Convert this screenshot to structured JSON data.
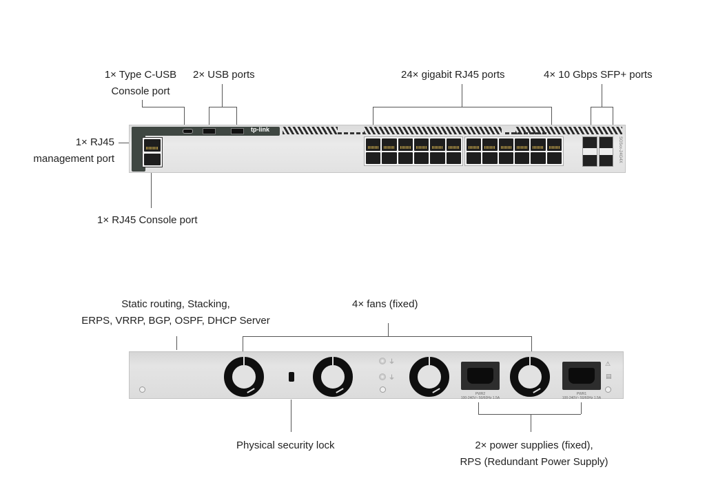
{
  "front_panel": {
    "brand_logo": "tp-link",
    "model_text": "SG5xx-24G4X",
    "callouts": {
      "type_c_console": [
        "1× Type C-USB",
        "Console port"
      ],
      "usb_ports": "2× USB ports",
      "rj45_ports": "24× gigabit RJ45 ports",
      "sfp_ports": "4× 10 Gbps SFP+ ports",
      "mgmt_port": [
        "1× RJ45",
        "management port"
      ],
      "rj45_console": "1× RJ45 Console port"
    },
    "rj45_port_count": 24,
    "sfp_port_count": 4,
    "usb_port_count": 2
  },
  "rear_panel": {
    "callouts": {
      "features": [
        "Static routing, Stacking,",
        "ERPS, VRRP, BGP, OSPF, DHCP Server"
      ],
      "fans": "4× fans (fixed)",
      "security_lock": "Physical security lock",
      "power": [
        "2× power supplies (fixed),",
        "RPS (Redundant Power Supply)"
      ]
    },
    "psu_labels": [
      {
        "name": "PWR2",
        "rating": "100-240V~ 50/60Hz 1.5A"
      },
      {
        "name": "PWR1",
        "rating": "100-240V~ 50/60Hz 1.5A"
      }
    ],
    "fan_count": 4
  }
}
